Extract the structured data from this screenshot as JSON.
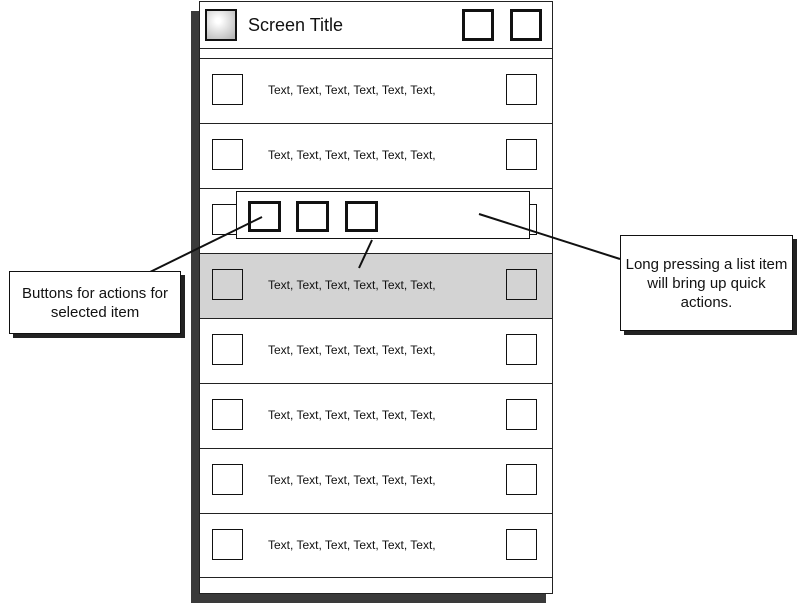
{
  "screen": {
    "title": "Screen Title"
  },
  "list": {
    "rows": [
      {
        "text": "Text, Text, Text, Text, Text, Text,",
        "selected": false
      },
      {
        "text": "Text, Text, Text, Text, Text, Text,",
        "selected": false
      },
      {
        "text": "",
        "selected": false
      },
      {
        "text": "Text, Text, Text, Text, Text, Text,",
        "selected": true
      },
      {
        "text": "Text, Text, Text, Text, Text, Text,",
        "selected": false
      },
      {
        "text": "Text, Text, Text, Text, Text, Text,",
        "selected": false
      },
      {
        "text": "Text, Text, Text, Text, Text, Text,",
        "selected": false
      },
      {
        "text": "Text, Text, Text, Text, Text, Text,",
        "selected": false
      }
    ]
  },
  "callouts": {
    "left": "Buttons for actions for selected item",
    "right": "Long pressing a list item will bring up quick actions."
  },
  "colors": {
    "selected_row": "#d3d3d3",
    "shadow": "#3a3a3a",
    "stroke": "#111111"
  }
}
